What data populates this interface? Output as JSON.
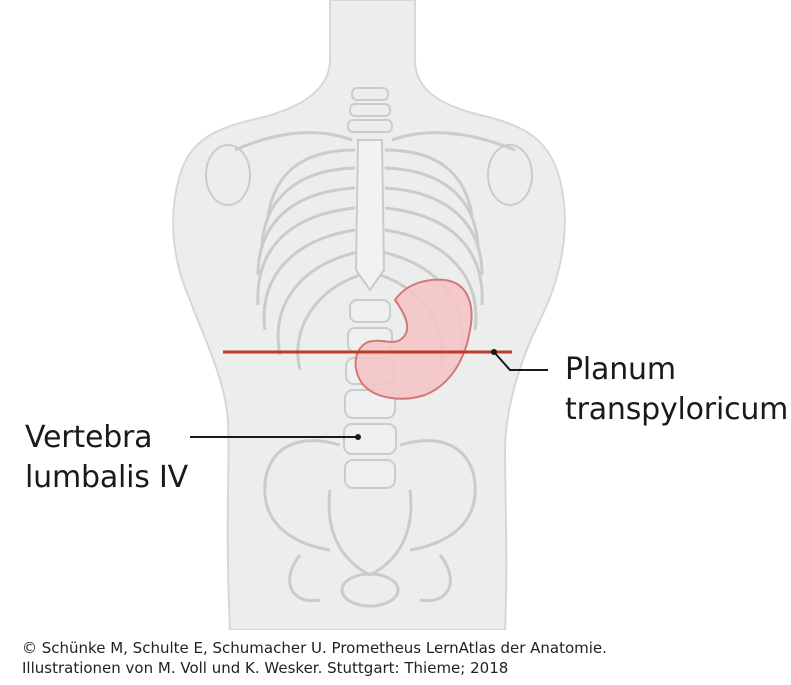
{
  "labels": {
    "planum_line1": "Planum",
    "planum_line2": "transpyloricum",
    "vertebra_line1": "Vertebra",
    "vertebra_line2": "lumbalis IV"
  },
  "credit": {
    "line1": "© Schünke M, Schulte E, Schumacher U. Prometheus LernAtlas der Anatomie.",
    "line2": "Illustrationen von M. Voll und K. Wesker. Stuttgart: Thieme; 2018"
  },
  "colors": {
    "body_fill": "#eceeed",
    "bone_stroke": "#c9cccb",
    "stomach_fill": "#f4c4c4",
    "stomach_stroke": "#d27878",
    "plane_line": "#c0392b",
    "leader_line": "#1a1a1a"
  },
  "icons": {
    "figure": "anatomical-torso-illustration"
  }
}
